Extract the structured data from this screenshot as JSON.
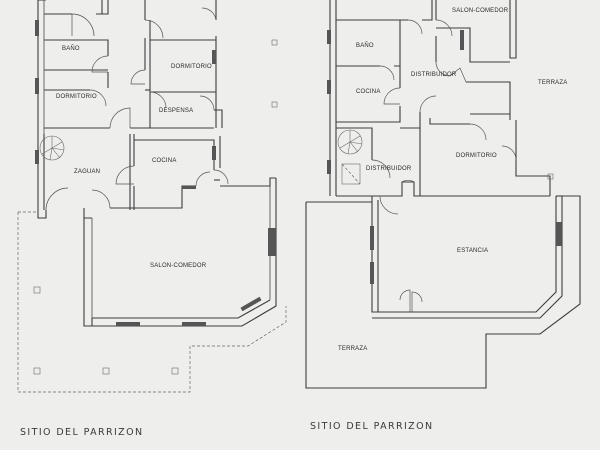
{
  "plans": [
    {
      "title": "SITIO DEL PARRIZON",
      "rooms": [
        "BAÑO",
        "DORMITORIO",
        "DORMITORIO",
        "DESPENSA",
        "ZAGUAN",
        "COCINA",
        "SALON-COMEDOR"
      ]
    },
    {
      "title": "SITIO DEL PARRIZON",
      "rooms": [
        "SALON-COMEDOR",
        "BAÑO",
        "DISTRIBUIDOR",
        "COCINA",
        "TERRAZA",
        "DISTRIBUIDOR",
        "DORMITORIO",
        "ESTANCIA",
        "TERRAZA"
      ]
    }
  ]
}
